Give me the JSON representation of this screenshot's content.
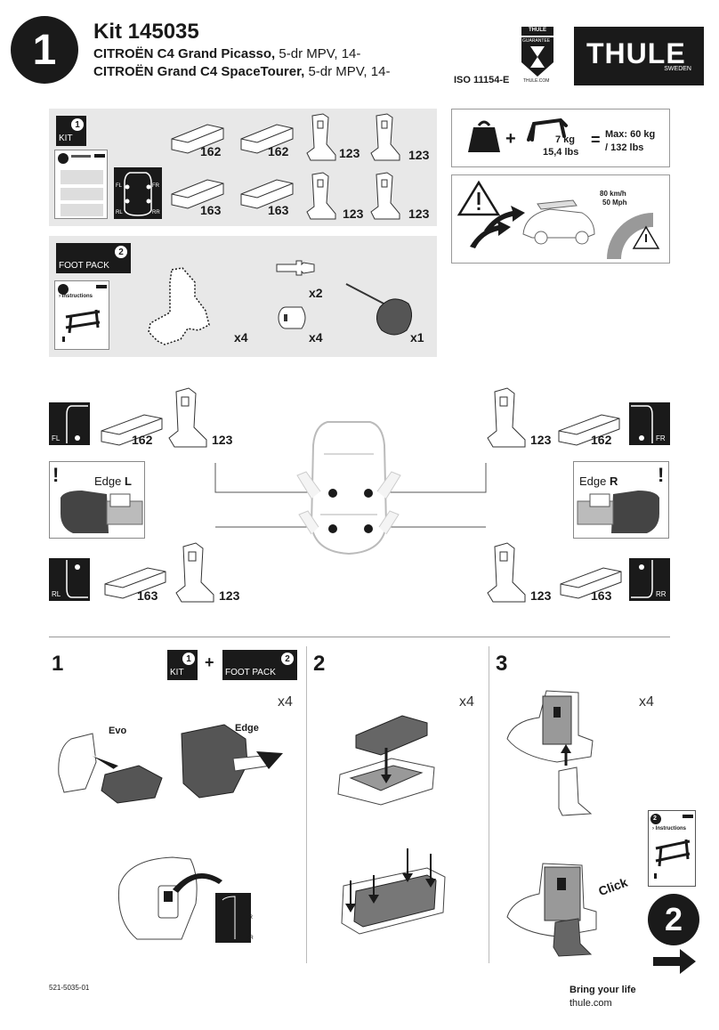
{
  "header": {
    "step_number": "1",
    "kit_title": "Kit 145035",
    "vehicle_1_bold": "CITROËN C4 Grand Picasso,",
    "vehicle_1_rest": " 5-dr MPV, 14-",
    "vehicle_2_bold": "CITROËN Grand C4 SpaceTourer,",
    "vehicle_2_rest": " 5-dr MPV, 14-",
    "iso": "ISO 11154-E",
    "brand": "THULE",
    "brand_sub": "SWEDEN",
    "guarantee_top": "THULE",
    "guarantee_mid": "GUARANTEE",
    "guarantee_bottom": "THULE.COM"
  },
  "kit_panel": {
    "badge_number": "1",
    "badge_label": "KIT",
    "mini_position_labels": [
      "FL",
      "FR",
      "RL",
      "RR"
    ],
    "parts": [
      {
        "label": "162"
      },
      {
        "label": "162"
      },
      {
        "label": "123"
      },
      {
        "label": "123"
      },
      {
        "label": "163"
      },
      {
        "label": "163"
      },
      {
        "label": "123"
      },
      {
        "label": "123"
      }
    ]
  },
  "load_panel": {
    "weight_line1": "7 kg",
    "weight_line2": "15,4 lbs",
    "equals": "=",
    "max_line1": "Max: 60 kg",
    "max_line2": "/ 132 lbs",
    "plus": "+",
    "speed_line1": "80 km/h",
    "speed_line2": "50 Mph"
  },
  "foot_panel": {
    "badge_number": "2",
    "badge_label": "FOOT PACK",
    "instructions_label": "› Instructions",
    "qty_foot": "x4",
    "qty_key": "x2",
    "qty_lock": "x4",
    "qty_tool": "x1"
  },
  "positions": {
    "fl": {
      "label": "FL",
      "pad": "162",
      "foot": "123"
    },
    "fr": {
      "label": "FR",
      "pad": "162",
      "foot": "123"
    },
    "rl": {
      "label": "RL",
      "pad": "163",
      "foot": "123"
    },
    "rr": {
      "label": "RR",
      "pad": "163",
      "foot": "123"
    },
    "edge_left": "Edge ",
    "edge_left_bold": "L",
    "edge_right": "Edge ",
    "edge_right_bold": "R",
    "warn": "!"
  },
  "steps": {
    "s1": {
      "number": "1",
      "plus": "+",
      "qty": "x4",
      "evo": "Evo",
      "edge": "Edge",
      "kit_badge": "KIT",
      "kit_num": "1",
      "foot_badge": "FOOT PACK",
      "foot_num": "2",
      "mini_labels": [
        "FR",
        "RL",
        "RR"
      ]
    },
    "s2": {
      "number": "2",
      "qty": "x4"
    },
    "s3": {
      "number": "3",
      "qty": "x4",
      "click": "Click",
      "instructions_num": "2",
      "instructions": "› Instructions",
      "next": "2"
    }
  },
  "footer": {
    "part_number": "521-5035-01",
    "slogan": "Bring your life",
    "site": "thule.com"
  }
}
